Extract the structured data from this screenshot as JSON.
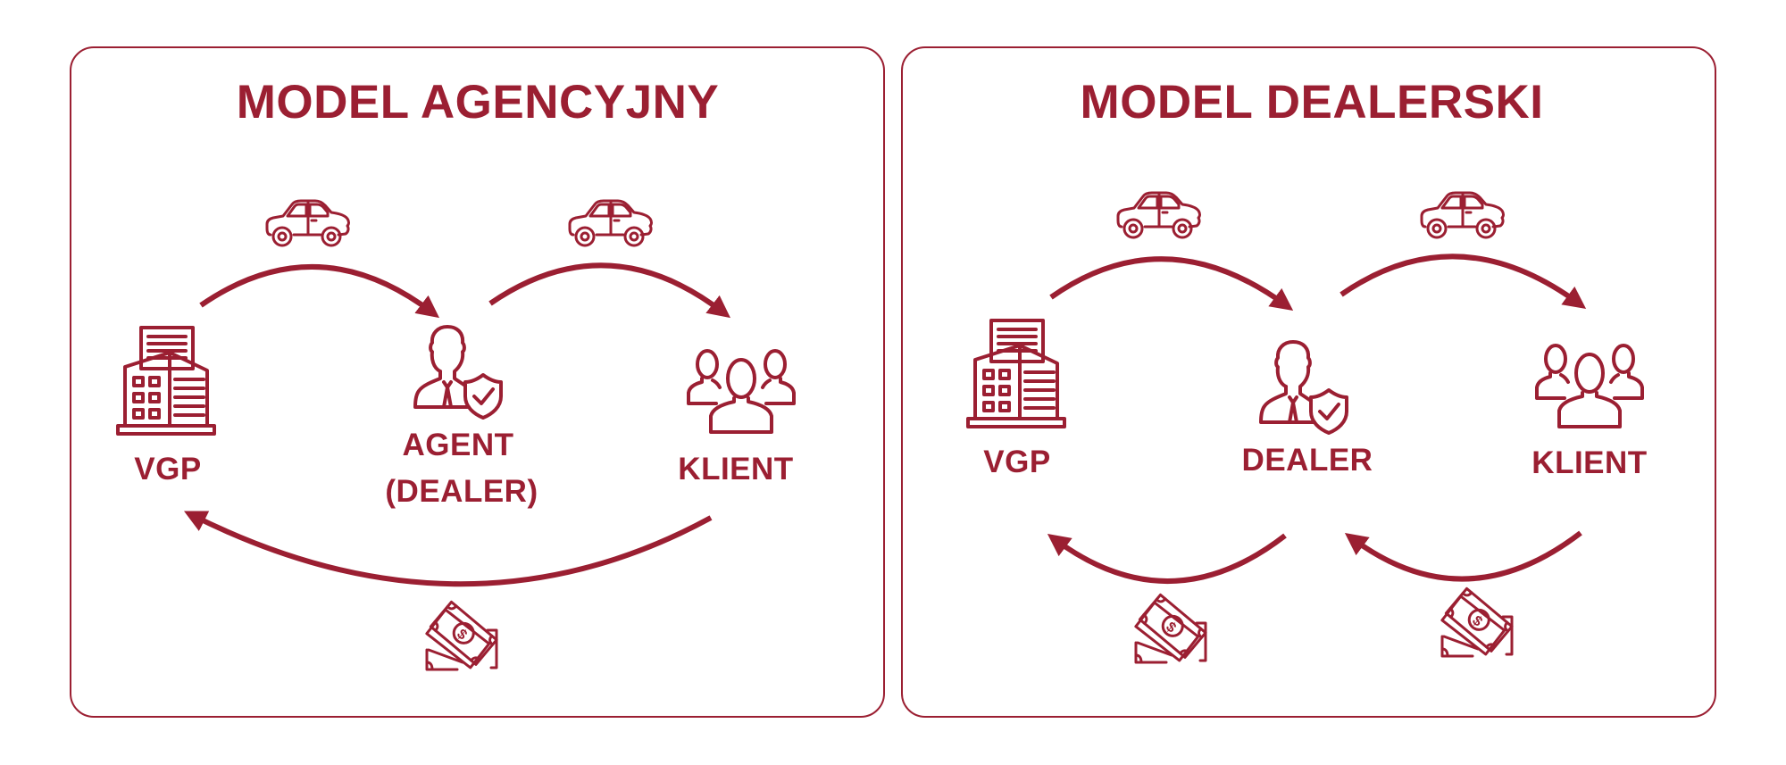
{
  "colors": {
    "accent": "#9b1f32",
    "background": "#ffffff"
  },
  "panels": [
    {
      "id": "agency",
      "title": "MODEL AGENCYJNY",
      "nodes": [
        {
          "key": "vgp",
          "label_lines": [
            "VGP"
          ],
          "icon": "office-building-icon"
        },
        {
          "key": "agent",
          "label_lines": [
            "AGENT",
            "(DEALER)"
          ],
          "icon": "person-shield-icon"
        },
        {
          "key": "client",
          "label_lines": [
            "KLIENT"
          ],
          "icon": "customers-group-icon"
        }
      ],
      "flows": [
        {
          "from": "vgp",
          "to": "agent",
          "kind": "car",
          "icon": "car-icon"
        },
        {
          "from": "agent",
          "to": "client",
          "kind": "car",
          "icon": "car-icon"
        },
        {
          "from": "client",
          "to": "vgp",
          "kind": "money",
          "icon": "money-bills-icon"
        }
      ]
    },
    {
      "id": "dealer",
      "title": "MODEL DEALERSKI",
      "nodes": [
        {
          "key": "vgp",
          "label_lines": [
            "VGP"
          ],
          "icon": "office-building-icon"
        },
        {
          "key": "dealer",
          "label_lines": [
            "DEALER"
          ],
          "icon": "person-shield-icon"
        },
        {
          "key": "client",
          "label_lines": [
            "KLIENT"
          ],
          "icon": "customers-group-icon"
        }
      ],
      "flows": [
        {
          "from": "vgp",
          "to": "dealer",
          "kind": "car",
          "icon": "car-icon"
        },
        {
          "from": "dealer",
          "to": "client",
          "kind": "car",
          "icon": "car-icon"
        },
        {
          "from": "dealer",
          "to": "vgp",
          "kind": "money",
          "icon": "money-bills-icon"
        },
        {
          "from": "client",
          "to": "dealer",
          "kind": "money",
          "icon": "money-bills-icon"
        }
      ]
    }
  ]
}
